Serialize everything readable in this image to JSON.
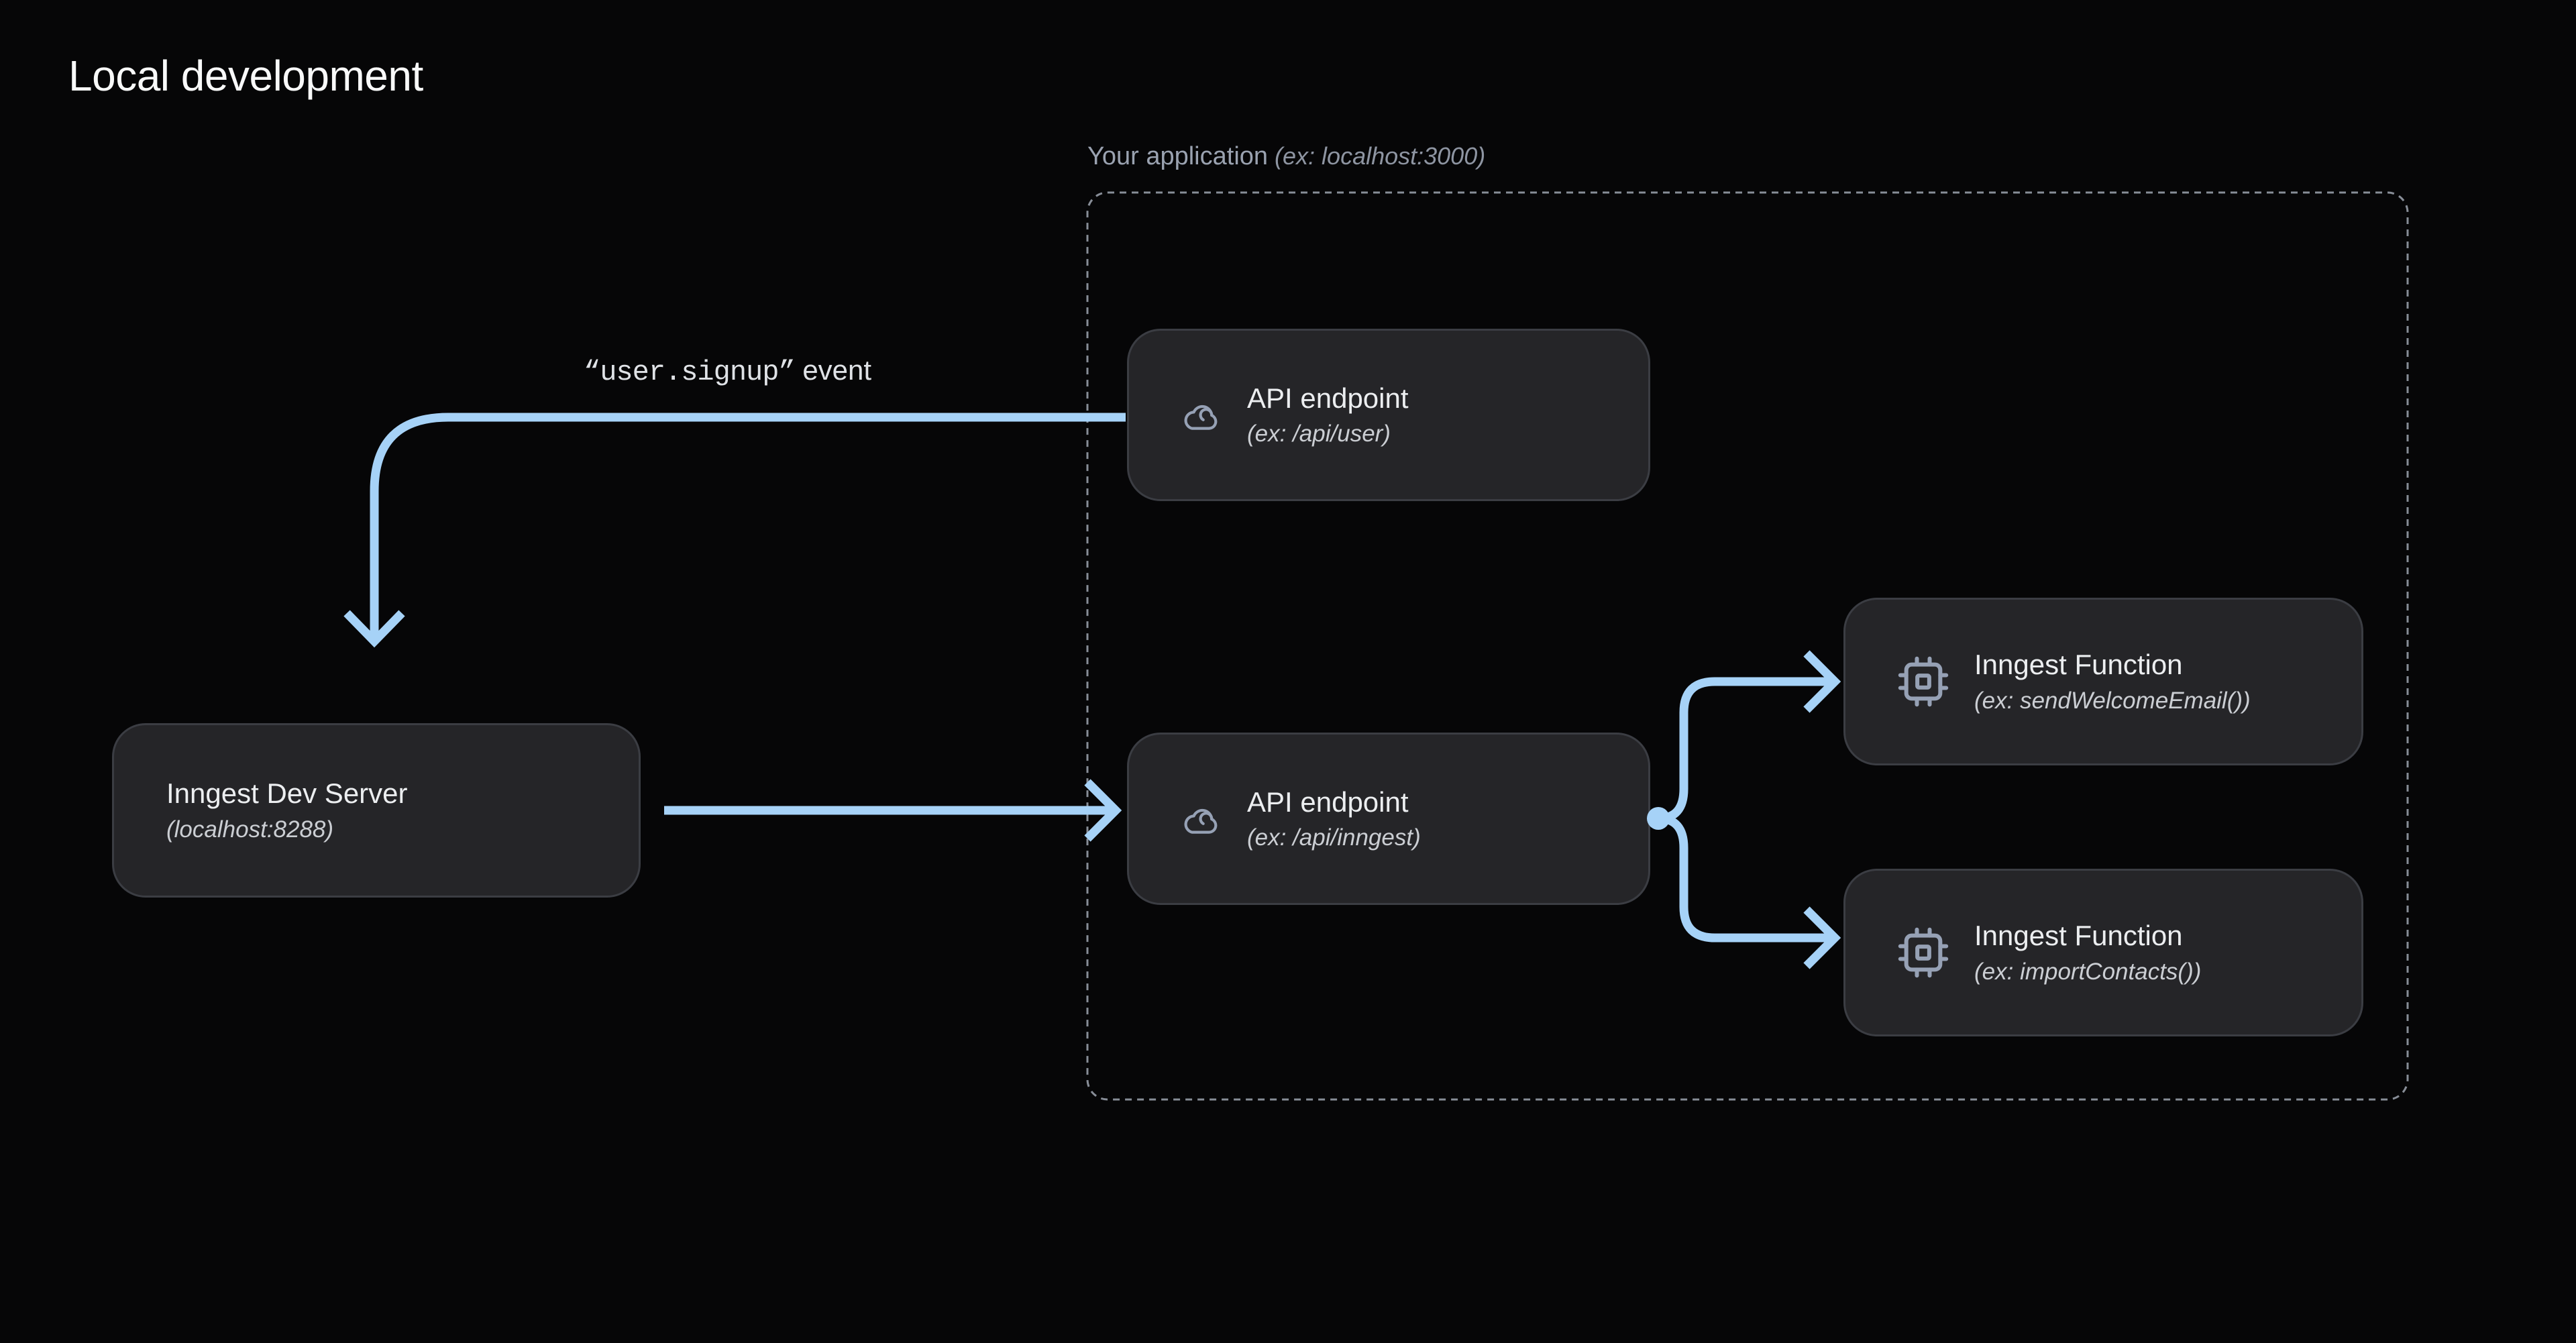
{
  "title": "Local development",
  "colors": {
    "background": "#060607",
    "arrow_accent": "#a6d2f7",
    "node_fill": "#252528",
    "node_border": "#3b3d43",
    "dashed_container_border": "#878d97",
    "page_title_text": "#f8f9f9",
    "group_label_text": "#9aa2b0",
    "node_title_text": "#eceef0",
    "node_subtitle_text": "#cbced3",
    "icon_color": "#96a1b5"
  },
  "application_group": {
    "label": "Your application",
    "note": "(ex: localhost:3000)"
  },
  "event_label": {
    "code": "“user.signup”",
    "suffix": " event"
  },
  "nodes": {
    "dev_server": {
      "title": "Inngest Dev Server",
      "subtitle": "(localhost:8288)"
    },
    "api_user": {
      "title": "API endpoint",
      "subtitle": "(ex: /api/user)",
      "icon": "cloud-icon"
    },
    "api_inngest": {
      "title": "API endpoint",
      "subtitle": "(ex: /api/inngest)",
      "icon": "cloud-icon"
    },
    "fn_send_welcome_email": {
      "title": "Inngest Function",
      "subtitle": "(ex: sendWelcomeEmail())",
      "icon": "cpu-icon"
    },
    "fn_import_contacts": {
      "title": "Inngest Function",
      "subtitle": "(ex: importContacts())",
      "icon": "cpu-icon"
    }
  }
}
